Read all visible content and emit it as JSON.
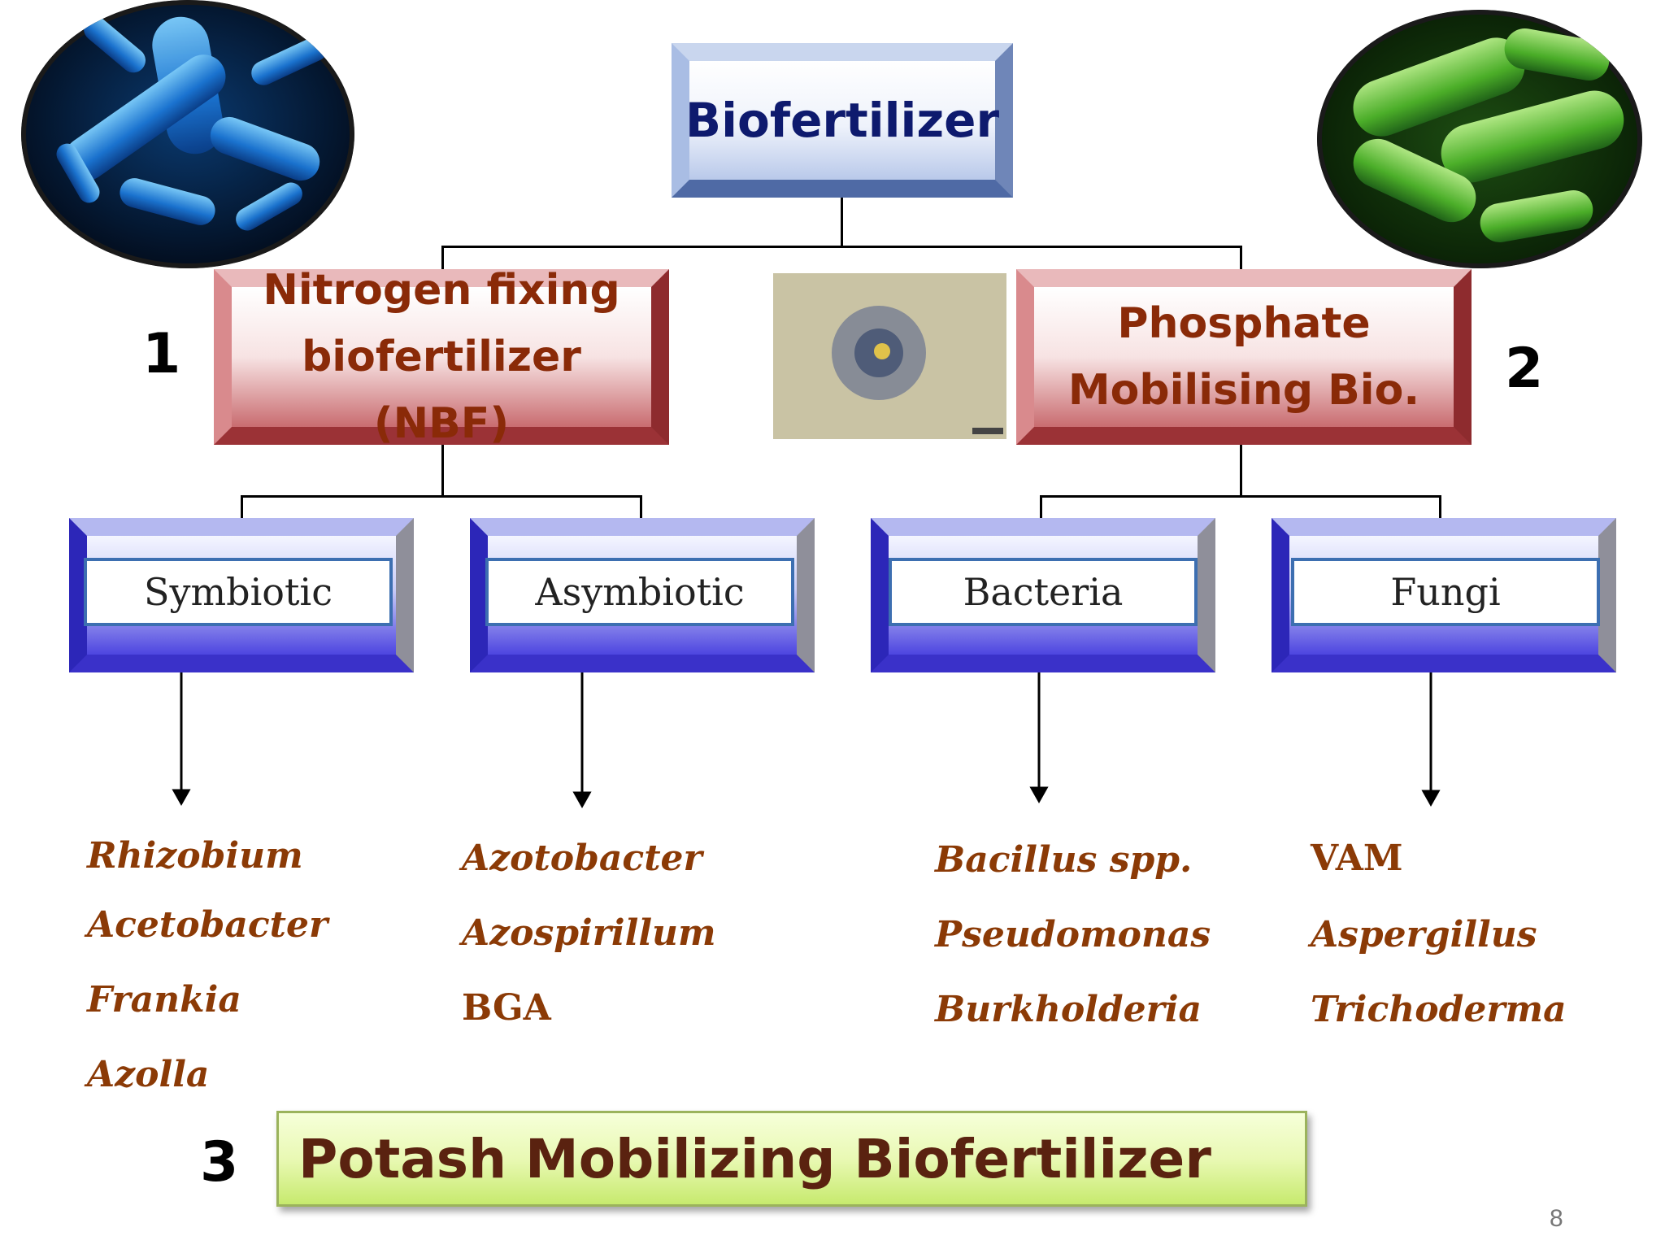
{
  "diagram": {
    "root": {
      "label": "Biofertilizer"
    },
    "branches": [
      {
        "number": "1",
        "label_line1": "Nitrogen fixing",
        "label_line2": "biofertilizer (NBF)",
        "children": [
          {
            "label": "Symbiotic",
            "species": [
              "Rhizobium",
              "Acetobacter",
              "Frankia",
              "Azolla"
            ]
          },
          {
            "label": "Asymbiotic",
            "species": [
              "Azotobacter",
              "Azospirillum",
              "BGA"
            ]
          }
        ]
      },
      {
        "number": "2",
        "label_line1": "Phosphate",
        "label_line2": "Mobilising Bio.",
        "children": [
          {
            "label": "Bacteria",
            "species": [
              "Bacillus spp.",
              "Pseudomonas",
              "Burkholderia"
            ]
          },
          {
            "label": "Fungi",
            "species": [
              "VAM",
              "Aspergillus",
              "Trichoderma"
            ]
          }
        ]
      },
      {
        "number": "3",
        "label": "Potash Mobilizing Biofertilizer"
      }
    ]
  },
  "page_number": "8",
  "colors": {
    "root_text": "#0e1a6e",
    "branch_text": "#8a2a08",
    "species_text": "#8b3a06",
    "potash_text": "#5a2210"
  }
}
